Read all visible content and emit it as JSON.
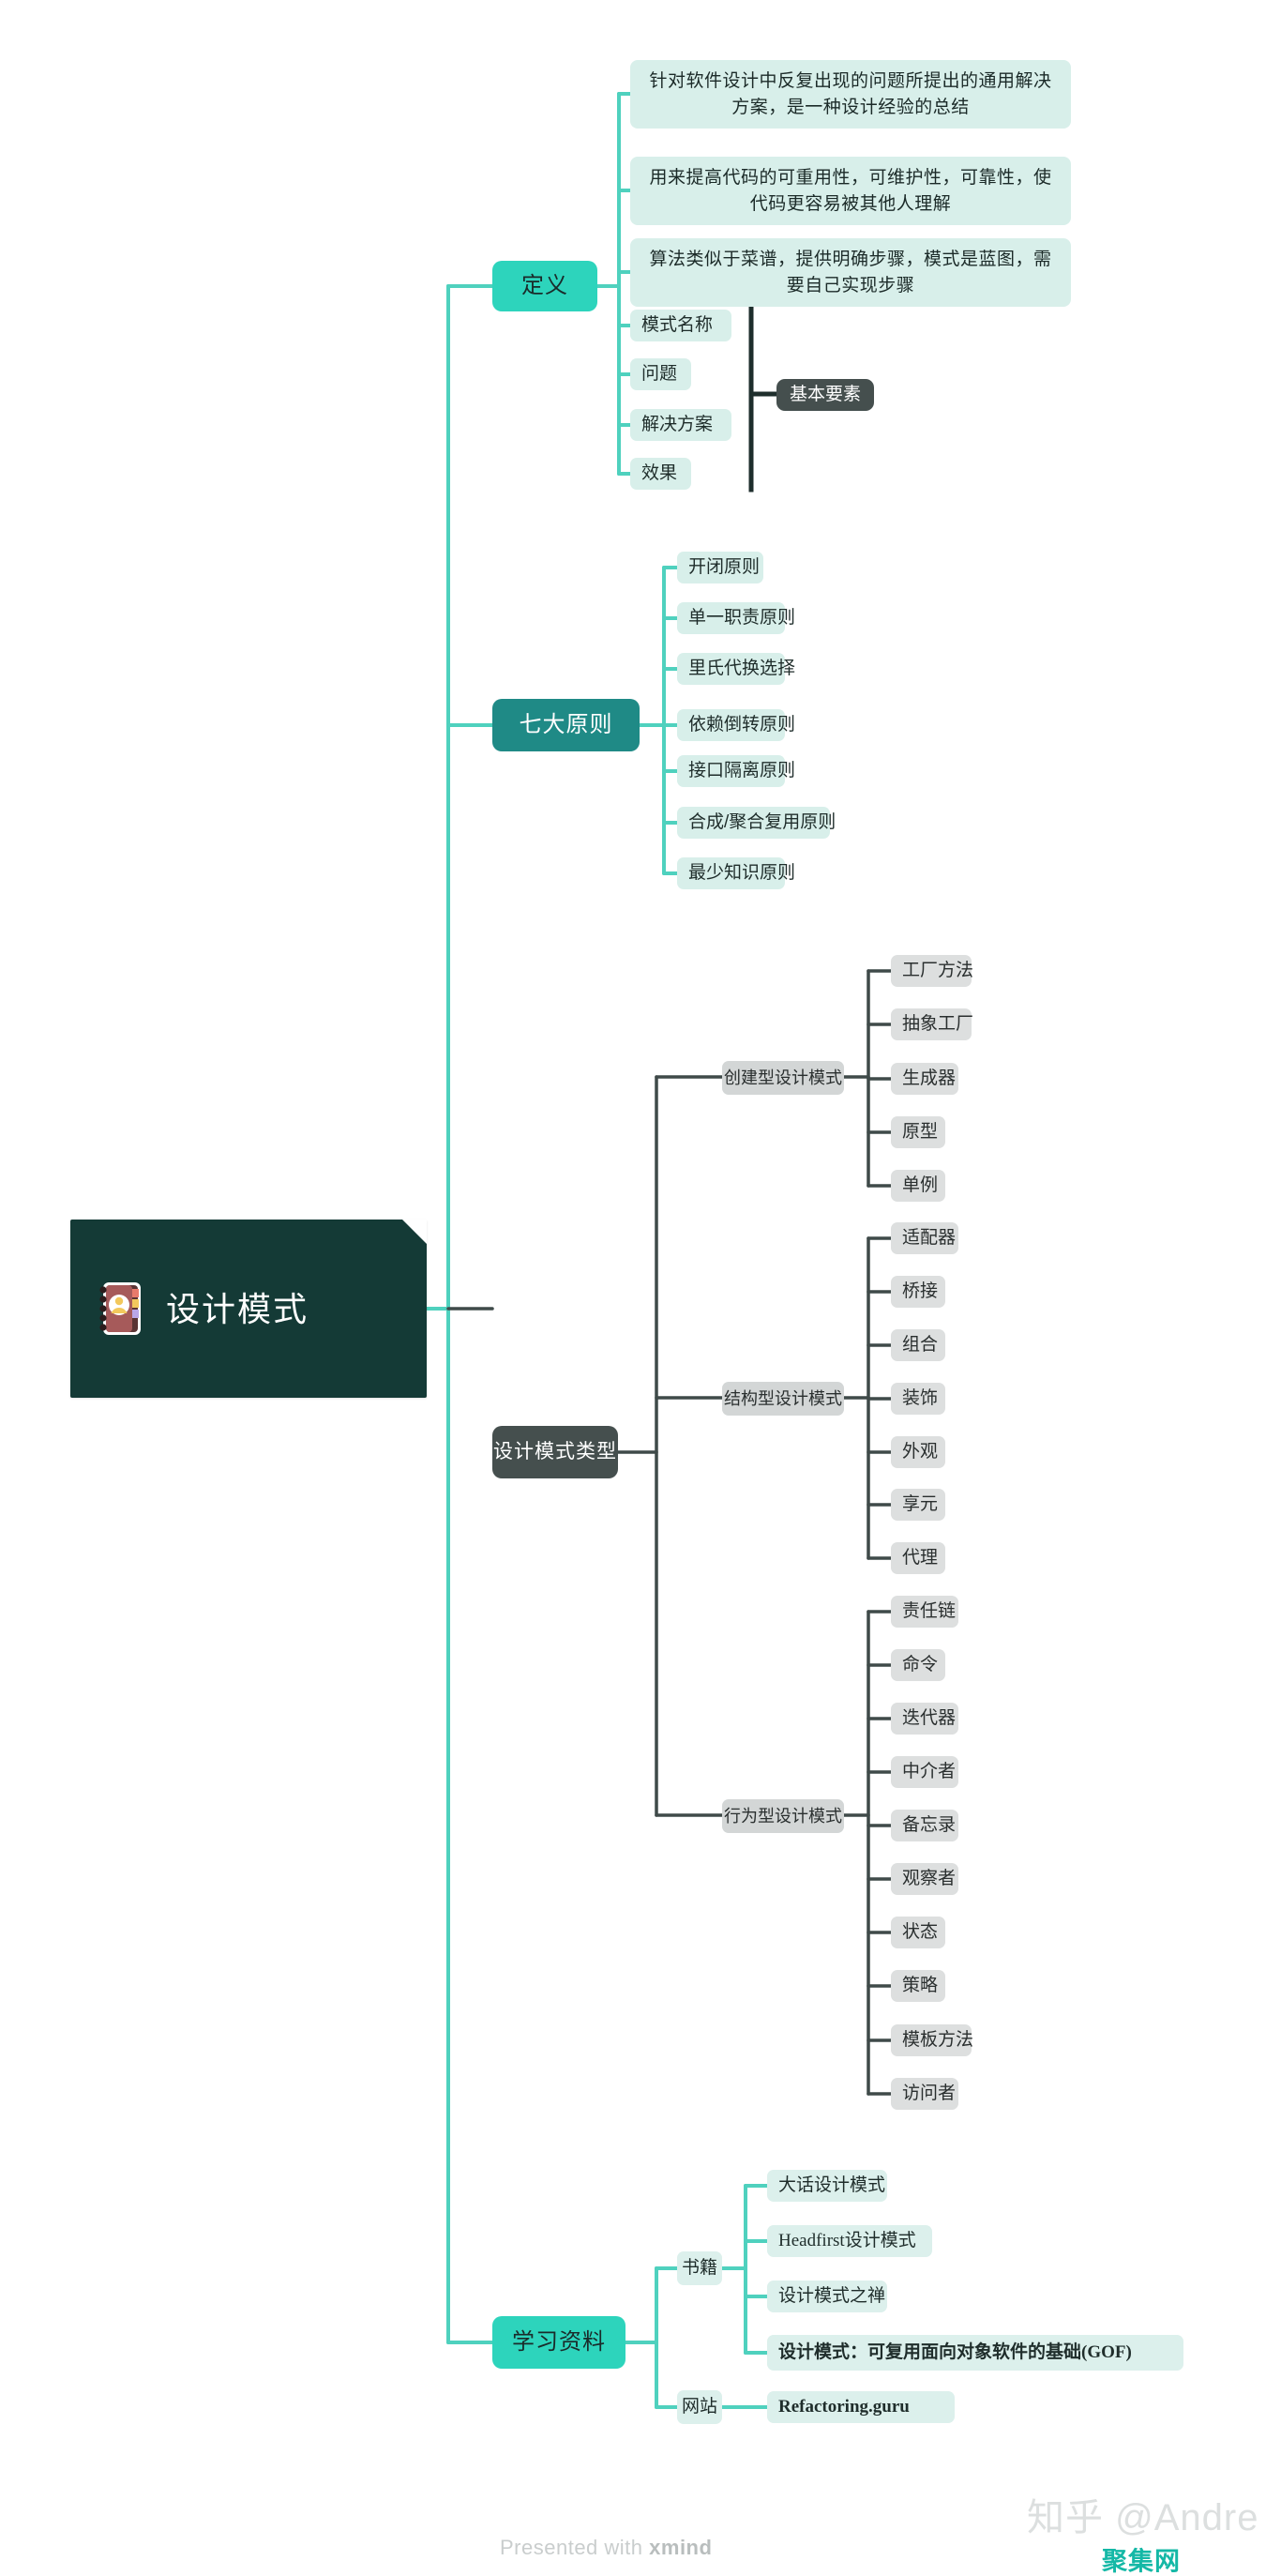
{
  "root": {
    "label": "设计模式",
    "icon": "address-book-icon",
    "bg": "#143A36",
    "text_color": "#ffffff"
  },
  "branches": [
    {
      "id": "definition",
      "label": "定义",
      "style": "teal-bright",
      "paragraphs": [
        "针对软件设计中反复出现的问题所提出的通用解决方案，是一种设计经验的总结",
        "用来提高代码的可重用性，可维护性，可靠性，使代码更容易被其他人理解",
        "算法类似于菜谱，提供明确步骤，模式是蓝图，需要自己实现步骤"
      ],
      "elements": [
        "模式名称",
        "问题",
        "解决方案",
        "效果"
      ],
      "summary_label": "基本要素"
    },
    {
      "id": "principles",
      "label": "七大原则",
      "style": "teal-dark",
      "items": [
        "开闭原则",
        "单一职责原则",
        "里氏代换选择",
        "依赖倒转原则",
        "接口隔离原则",
        "合成/聚合复用原则",
        "最少知识原则"
      ]
    },
    {
      "id": "types",
      "label": "设计模式类型",
      "style": "slate",
      "groups": [
        {
          "label": "创建型设计模式",
          "items": [
            "工厂方法",
            "抽象工厂",
            "生成器",
            "原型",
            "单例"
          ]
        },
        {
          "label": "结构型设计模式",
          "items": [
            "适配器",
            "桥接",
            "组合",
            "装饰",
            "外观",
            "享元",
            "代理"
          ]
        },
        {
          "label": "行为型设计模式",
          "items": [
            "责任链",
            "命令",
            "迭代器",
            "中介者",
            "备忘录",
            "观察者",
            "状态",
            "策略",
            "模板方法",
            "访问者"
          ]
        }
      ]
    },
    {
      "id": "resources",
      "label": "学习资料",
      "style": "teal-bright",
      "groups": [
        {
          "label": "书籍",
          "items": [
            "大话设计模式",
            "Headfirst设计模式",
            "设计模式之禅",
            "设计模式：可复用面向对象软件的基础(GOF)"
          ]
        },
        {
          "label": "网站",
          "items": [
            "Refactoring.guru"
          ]
        }
      ]
    }
  ],
  "footer": {
    "prefix": "Presented with ",
    "brand": "xmind"
  },
  "watermark": {
    "primary": "知乎 @Andre",
    "secondary": "聚集网"
  },
  "colors": {
    "accent_bright": "#2DD4BC",
    "accent_dark": "#1F8A86",
    "root_bg": "#143A36",
    "slate": "#454F4E",
    "mint_chip": "#D8EFEA",
    "gray_chip": "#DDDFDF",
    "line_teal": "#4FD1BE",
    "line_slate": "#3F4A49"
  }
}
